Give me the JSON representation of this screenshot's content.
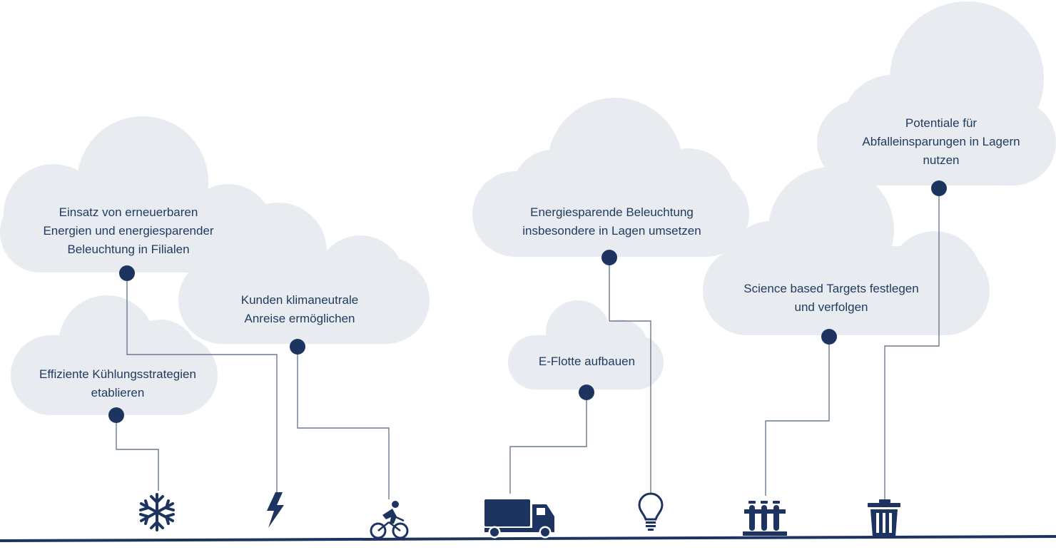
{
  "colors": {
    "cloud": "#e4e8ee",
    "navy": "#1d3461",
    "line": "#6b7a90",
    "text": "#1f3a5f"
  },
  "goals": [
    {
      "id": "renewable",
      "lines": [
        "Einsatz von erneuerbaren",
        "Energien und energiesparender",
        "Beleuchtung in Filialen"
      ],
      "icon": "lightning-bolt-icon"
    },
    {
      "id": "cooling",
      "lines": [
        "Effiziente Kühlungsstrategien",
        "etablieren"
      ],
      "icon": "snowflake-icon"
    },
    {
      "id": "travel",
      "lines": [
        "Kunden klimaneutrale",
        "Anreise ermöglichen"
      ],
      "icon": "bicycle-rider-icon"
    },
    {
      "id": "lighting",
      "lines": [
        "Energiesparende Beleuchtung",
        "insbesondere in Lagen umsetzen"
      ],
      "icon": "light-bulb-icon"
    },
    {
      "id": "fleet",
      "lines": [
        "E-Flotte aufbauen"
      ],
      "icon": "truck-icon"
    },
    {
      "id": "targets",
      "lines": [
        "Science based Targets festlegen",
        "und verfolgen"
      ],
      "icon": "test-tubes-icon"
    },
    {
      "id": "waste",
      "lines": [
        "Potentiale für",
        "Abfalleinsparungen in Lagern",
        "nutzen"
      ],
      "icon": "trash-can-icon"
    }
  ]
}
